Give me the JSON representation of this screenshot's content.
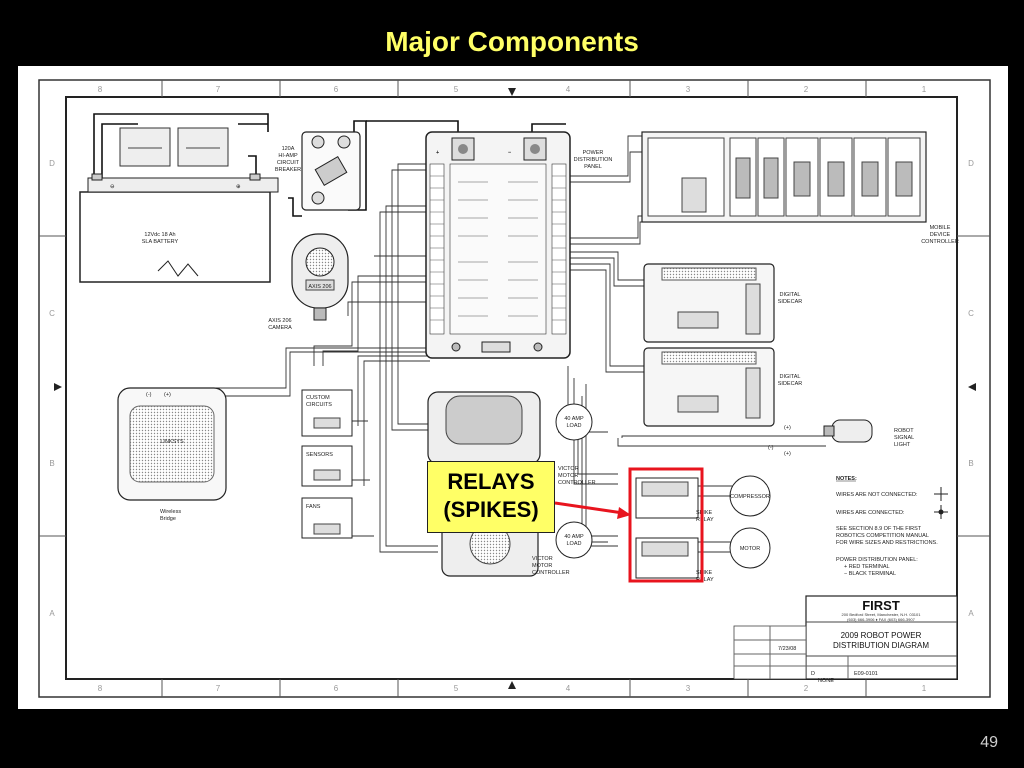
{
  "slide": {
    "title": "Major Components",
    "page_number": "49"
  },
  "diagram": {
    "border": {
      "columns": [
        "8",
        "7",
        "6",
        "5",
        "4",
        "3",
        "2",
        "1"
      ],
      "rows": [
        "D",
        "C",
        "B",
        "A"
      ]
    },
    "battery": {
      "label_lines": [
        "12Vdc 18 Ah",
        "SLA BATTERY"
      ],
      "neg": "⊖",
      "pos": "⊕"
    },
    "breaker": {
      "label_lines": [
        "120A",
        "HI-AMP",
        "CIRCUIT",
        "BREAKER"
      ]
    },
    "pdp": {
      "label_lines": [
        "POWER",
        "DISTRIBUTION",
        "PANEL"
      ]
    },
    "controller": {
      "label_lines": [
        "MOBILE",
        "DEVICE",
        "CONTROLLER"
      ]
    },
    "sidecar1": {
      "label_lines": [
        "DIGITAL",
        "SIDECAR"
      ]
    },
    "sidecar2": {
      "label_lines": [
        "DIGITAL",
        "SIDECAR"
      ]
    },
    "camera": {
      "label_lines": [
        "AXIS 206",
        "CAMERA"
      ],
      "body_text": "AXIS 206"
    },
    "bridge": {
      "brand": "LINKSYS",
      "label_lines": [
        "Wireless",
        "Bridge"
      ],
      "minus": "(-)",
      "plus": "(+)"
    },
    "loads": {
      "custom": [
        "CUSTOM",
        "CIRCUITS"
      ],
      "sensors": "SENSORS",
      "fans": "FANS"
    },
    "victor_top": {
      "label_lines": [
        "VICTOR",
        "MOTOR",
        "CONTROLLER"
      ]
    },
    "victor_bottom": {
      "label_lines": [
        "VICTOR",
        "MOTOR",
        "CONTROLLER"
      ]
    },
    "amp_load1": [
      "40 AMP",
      "LOAD"
    ],
    "amp_load2": [
      "40 AMP",
      "LOAD"
    ],
    "spikes": [
      "SPIKE",
      "RELAY"
    ],
    "compressor": "COMPRESSOR",
    "motor": "MOTOR",
    "signal_light": {
      "label_lines": [
        "ROBOT",
        "SIGNAL",
        "LIGHT"
      ],
      "plus": "(+)",
      "minus": "(-)"
    },
    "notes": {
      "heading": "NOTES:",
      "lines": [
        "WIRES ARE NOT CONNECTED:",
        "WIRES ARE CONNECTED:",
        "SEE SECTION 8.9 OF THE FIRST",
        "ROBOTICS COMPETITION MANUAL",
        "FOR WIRE SIZES AND RESTRICTIONS.",
        "POWER DISTRIBUTION PANEL:",
        "+  RED TERMINAL",
        "−  BLACK TERMINAL"
      ]
    },
    "title_block": {
      "logo": "FIRST",
      "address": "200 Bedford Street, Manchester, N.H. 03101",
      "phone": "(603) 666-3906 ♦ FAX (603) 666-3907",
      "title_lines": [
        "2009  ROBOT  POWER",
        "DISTRIBUTION  DIAGRAM"
      ],
      "date": "7/23/08",
      "size": "D",
      "dwg_no": "E09-0101",
      "scale": "NONE"
    }
  },
  "callout": {
    "lines": [
      "RELAYS",
      "(SPIKES)"
    ]
  },
  "colors": {
    "title": "#ffff66",
    "callout_bg": "#ffff66",
    "highlight": "#e8141e"
  }
}
